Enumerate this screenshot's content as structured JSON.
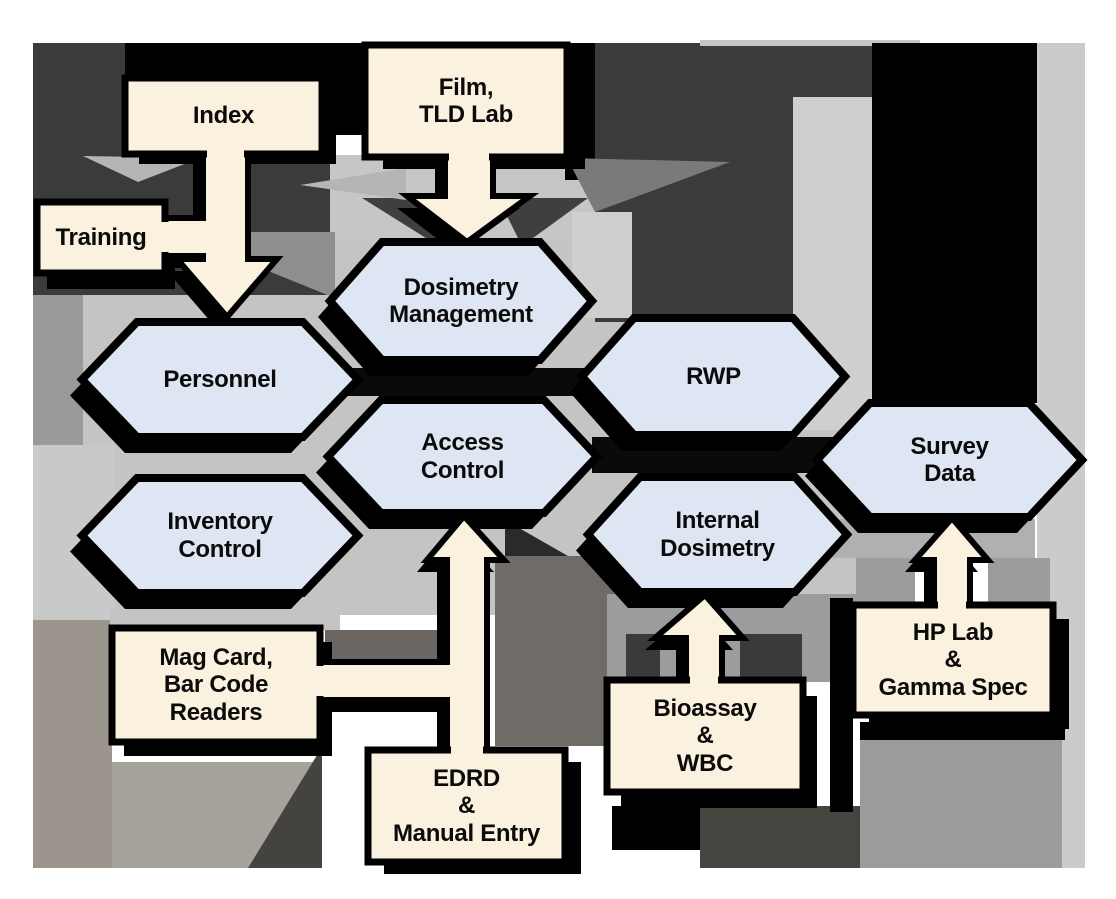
{
  "diagram": {
    "type": "flow-diagram",
    "labels": {
      "index": "Index",
      "film_tld_lab": "Film,\nTLD Lab",
      "training": "Training",
      "personnel": "Personnel",
      "dosimetry_management": "Dosimetry\nManagement",
      "rwp": "RWP",
      "access_control": "Access\nControl",
      "survey_data": "Survey\nData",
      "inventory_control": "Inventory\nControl",
      "internal_dosimetry": "Internal\nDosimetry",
      "mag_card_bar_code_readers": "Mag Card,\nBar Code\nReaders",
      "edrd_manual_entry": "EDRD\n&\nManual Entry",
      "bioassay_wbc": "Bioassay\n&\nWBC",
      "hp_lab_gamma_spec": "HP Lab\n&\nGamma Spec"
    },
    "hex_nodes": [
      {
        "id": "personnel",
        "label": "Personnel"
      },
      {
        "id": "dosimetry_management",
        "label": "Dosimetry Management"
      },
      {
        "id": "rwp",
        "label": "RWP"
      },
      {
        "id": "access_control",
        "label": "Access Control"
      },
      {
        "id": "survey_data",
        "label": "Survey Data"
      },
      {
        "id": "inventory_control",
        "label": "Inventory Control"
      },
      {
        "id": "internal_dosimetry",
        "label": "Internal Dosimetry"
      }
    ],
    "source_boxes": [
      {
        "id": "index",
        "label": "Index"
      },
      {
        "id": "film_tld_lab",
        "label": "Film, TLD Lab"
      },
      {
        "id": "training",
        "label": "Training"
      },
      {
        "id": "mag_card_bar_code_readers",
        "label": "Mag Card, Bar Code Readers"
      },
      {
        "id": "edrd_manual_entry",
        "label": "EDRD & Manual Entry"
      },
      {
        "id": "bioassay_wbc",
        "label": "Bioassay & WBC"
      },
      {
        "id": "hp_lab_gamma_spec",
        "label": "HP Lab & Gamma Spec"
      }
    ],
    "edges": [
      {
        "from": "index",
        "to": "personnel"
      },
      {
        "from": "training",
        "to": "personnel"
      },
      {
        "from": "film_tld_lab",
        "to": "dosimetry_management"
      },
      {
        "from": "mag_card_bar_code_readers",
        "to": "access_control"
      },
      {
        "from": "edrd_manual_entry",
        "to": "access_control"
      },
      {
        "from": "bioassay_wbc",
        "to": "internal_dosimetry"
      },
      {
        "from": "hp_lab_gamma_spec",
        "to": "survey_data"
      }
    ],
    "colors": {
      "hexagon_fill": "#dde6f2",
      "box_fill": "#faf2df",
      "outline": "#000000",
      "background_dark": "#3b3b3b",
      "background_medium": "#8f8f8f",
      "background_light": "#c6c6c6",
      "page": "#ffffff"
    }
  }
}
